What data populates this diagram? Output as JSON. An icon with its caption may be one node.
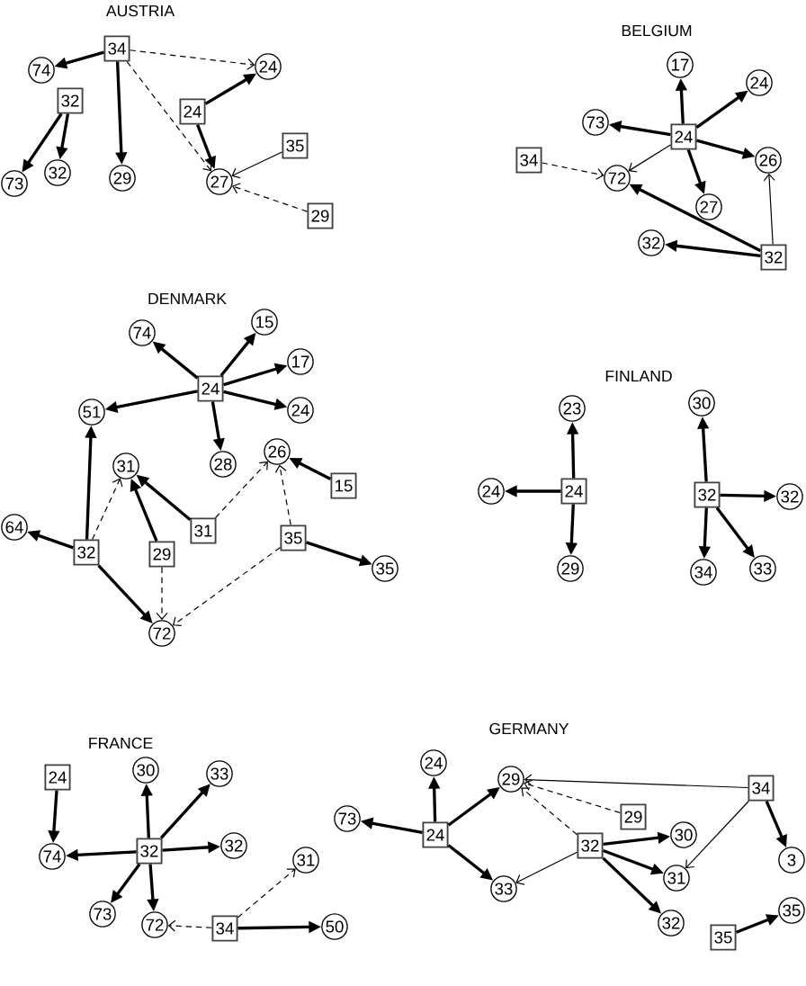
{
  "diagram": {
    "nodes": [
      {
        "text": [
          "34"
        ]
      },
      {
        "text": [
          "74"
        ]
      },
      {
        "text": [
          "24"
        ]
      },
      {
        "text": [
          "32"
        ]
      },
      {
        "text": [
          "24"
        ]
      },
      {
        "text": [
          "35"
        ]
      },
      {
        "text": [
          "32"
        ]
      },
      {
        "text": [
          "29"
        ]
      },
      {
        "text": [
          "27"
        ]
      },
      {
        "text": [
          "73"
        ]
      },
      {
        "text": [
          "29"
        ]
      },
      {
        "text": [
          "17"
        ]
      },
      {
        "text": [
          "24"
        ]
      },
      {
        "text": [
          "73"
        ]
      },
      {
        "text": [
          "24"
        ]
      },
      {
        "text": [
          "34"
        ]
      },
      {
        "text": [
          "26"
        ]
      },
      {
        "text": [
          "72"
        ]
      },
      {
        "text": [
          "27"
        ]
      },
      {
        "text": [
          "32"
        ]
      },
      {
        "text": [
          "32"
        ]
      },
      {
        "text": [
          "15"
        ]
      },
      {
        "text": [
          "74"
        ]
      },
      {
        "text": [
          "17"
        ]
      },
      {
        "text": [
          "24"
        ]
      },
      {
        "text": [
          "24"
        ]
      },
      {
        "text": [
          "51"
        ]
      },
      {
        "text": [
          "26"
        ]
      },
      {
        "text": [
          "28"
        ]
      },
      {
        "text": [
          "31"
        ]
      },
      {
        "text": [
          "15"
        ]
      },
      {
        "text": [
          "64"
        ]
      },
      {
        "text": [
          "31"
        ]
      },
      {
        "text": [
          "35"
        ]
      },
      {
        "text": [
          "32"
        ]
      },
      {
        "text": [
          "29"
        ]
      },
      {
        "text": [
          "35"
        ]
      },
      {
        "text": [
          "72"
        ]
      },
      {
        "text": [
          "30"
        ]
      },
      {
        "text": [
          "23"
        ]
      },
      {
        "text": [
          "24"
        ]
      },
      {
        "text": [
          "24"
        ]
      },
      {
        "text": [
          "32"
        ]
      },
      {
        "text": [
          "32"
        ]
      },
      {
        "text": [
          "29"
        ]
      },
      {
        "text": [
          "33"
        ]
      },
      {
        "text": [
          "34"
        ]
      },
      {
        "text": [
          "30"
        ]
      },
      {
        "text": [
          "33"
        ]
      },
      {
        "text": [
          "24"
        ]
      },
      {
        "text": [
          "32"
        ]
      },
      {
        "text": [
          "32"
        ]
      },
      {
        "text": [
          "74"
        ]
      },
      {
        "text": [
          "31"
        ]
      },
      {
        "text": [
          "73"
        ]
      },
      {
        "text": [
          "72"
        ]
      },
      {
        "text": [
          "50"
        ]
      },
      {
        "text": [
          "34"
        ]
      },
      {
        "text": [
          "24"
        ]
      },
      {
        "text": [
          "29"
        ]
      },
      {
        "text": [
          "34"
        ]
      },
      {
        "text": [
          "29"
        ]
      },
      {
        "text": [
          "73"
        ]
      },
      {
        "text": [
          "24"
        ]
      },
      {
        "text": [
          "30"
        ]
      },
      {
        "text": [
          "32"
        ]
      },
      {
        "text": [
          "3"
        ]
      },
      {
        "text": [
          "31"
        ]
      },
      {
        "text": [
          "33"
        ]
      },
      {
        "text": [
          "35"
        ]
      },
      {
        "text": [
          "32"
        ]
      },
      {
        "text": [
          "35"
        ]
      }
    ],
    "edges": [
      {
        "from": 0,
        "to": 1,
        "arrow": "to"
      },
      {
        "from": 0,
        "to": 7,
        "arrow": "to"
      },
      {
        "from": 0,
        "to": 2,
        "arrow": "to",
        "style": "dashed"
      },
      {
        "from": 0,
        "to": 8,
        "arrow": "to",
        "style": "dashed"
      },
      {
        "from": 3,
        "to": 9,
        "arrow": "to"
      },
      {
        "from": 3,
        "to": 6,
        "arrow": "to"
      },
      {
        "from": 4,
        "to": 2,
        "arrow": "to"
      },
      {
        "from": 4,
        "to": 8,
        "arrow": "to"
      },
      {
        "from": 5,
        "to": 8,
        "arrow": "to"
      },
      {
        "from": 10,
        "to": 8,
        "arrow": "to",
        "style": "dashed"
      },
      {
        "from": 14,
        "to": 11,
        "arrow": "to"
      },
      {
        "from": 14,
        "to": 12,
        "arrow": "to"
      },
      {
        "from": 14,
        "to": 13,
        "arrow": "to"
      },
      {
        "from": 14,
        "to": 16,
        "arrow": "to"
      },
      {
        "from": 14,
        "to": 18,
        "arrow": "to"
      },
      {
        "from": 14,
        "to": 17,
        "arrow": "to"
      },
      {
        "from": 15,
        "to": 17,
        "arrow": "to",
        "style": "dashed"
      },
      {
        "from": 20,
        "to": 17,
        "arrow": "to"
      },
      {
        "from": 20,
        "to": 19,
        "arrow": "to"
      },
      {
        "from": 20,
        "to": 16,
        "arrow": "to"
      },
      {
        "from": 24,
        "to": 22,
        "arrow": "to"
      },
      {
        "from": 24,
        "to": 21,
        "arrow": "to"
      },
      {
        "from": 24,
        "to": 23,
        "arrow": "to"
      },
      {
        "from": 24,
        "to": 25,
        "arrow": "to"
      },
      {
        "from": 24,
        "to": 26,
        "arrow": "to"
      },
      {
        "from": 24,
        "to": 28,
        "arrow": "to"
      },
      {
        "from": 34,
        "to": 26,
        "arrow": "to"
      },
      {
        "from": 34,
        "to": 31,
        "arrow": "to"
      },
      {
        "from": 34,
        "to": 37,
        "arrow": "to"
      },
      {
        "from": 34,
        "to": 29,
        "arrow": "to",
        "style": "dashed"
      },
      {
        "from": 35,
        "to": 29,
        "arrow": "to"
      },
      {
        "from": 35,
        "to": 37,
        "arrow": "to",
        "style": "dashed"
      },
      {
        "from": 32,
        "to": 29,
        "arrow": "to"
      },
      {
        "from": 32,
        "to": 27,
        "arrow": "to",
        "style": "dashed"
      },
      {
        "from": 30,
        "to": 27,
        "arrow": "to"
      },
      {
        "from": 33,
        "to": 27,
        "arrow": "to",
        "style": "dashed"
      },
      {
        "from": 33,
        "to": 37,
        "arrow": "to",
        "style": "dashed"
      },
      {
        "from": 33,
        "to": 36,
        "arrow": "to"
      },
      {
        "from": 41,
        "to": 39,
        "arrow": "to"
      },
      {
        "from": 41,
        "to": 40,
        "arrow": "to"
      },
      {
        "from": 41,
        "to": 44,
        "arrow": "to"
      },
      {
        "from": 42,
        "to": 38,
        "arrow": "to"
      },
      {
        "from": 42,
        "to": 43,
        "arrow": "to"
      },
      {
        "from": 42,
        "to": 46,
        "arrow": "to"
      },
      {
        "from": 42,
        "to": 45,
        "arrow": "to"
      },
      {
        "from": 49,
        "to": 52,
        "arrow": "to"
      },
      {
        "from": 50,
        "to": 52,
        "arrow": "to"
      },
      {
        "from": 50,
        "to": 47,
        "arrow": "to"
      },
      {
        "from": 50,
        "to": 48,
        "arrow": "to"
      },
      {
        "from": 50,
        "to": 51,
        "arrow": "to"
      },
      {
        "from": 50,
        "to": 54,
        "arrow": "to"
      },
      {
        "from": 50,
        "to": 55,
        "arrow": "to"
      },
      {
        "from": 57,
        "to": 55,
        "arrow": "to",
        "style": "dashed"
      },
      {
        "from": 57,
        "to": 53,
        "arrow": "to",
        "style": "dashed"
      },
      {
        "from": 57,
        "to": 56,
        "arrow": "to"
      },
      {
        "from": 63,
        "to": 62,
        "arrow": "to"
      },
      {
        "from": 63,
        "to": 58,
        "arrow": "to"
      },
      {
        "from": 63,
        "to": 59,
        "arrow": "to"
      },
      {
        "from": 63,
        "to": 68,
        "arrow": "to"
      },
      {
        "from": 60,
        "to": 59,
        "arrow": "to"
      },
      {
        "from": 61,
        "to": 59,
        "arrow": "to",
        "style": "dashed"
      },
      {
        "from": 65,
        "to": 59,
        "arrow": "to",
        "style": "dashed"
      },
      {
        "from": 65,
        "to": 64,
        "arrow": "to"
      },
      {
        "from": 65,
        "to": 67,
        "arrow": "to"
      },
      {
        "from": 65,
        "to": 70,
        "arrow": "to"
      },
      {
        "from": 65,
        "to": 68,
        "arrow": "to"
      },
      {
        "from": 60,
        "to": 67,
        "arrow": "to"
      },
      {
        "from": 60,
        "to": 66,
        "arrow": "to"
      },
      {
        "from": 71,
        "to": 69,
        "arrow": "to"
      }
    ],
    "labels": [
      "AUSTRIA",
      "BELGIUM",
      "DENMARK",
      "FINLAND",
      "FRANCE",
      "GERMANY"
    ]
  }
}
